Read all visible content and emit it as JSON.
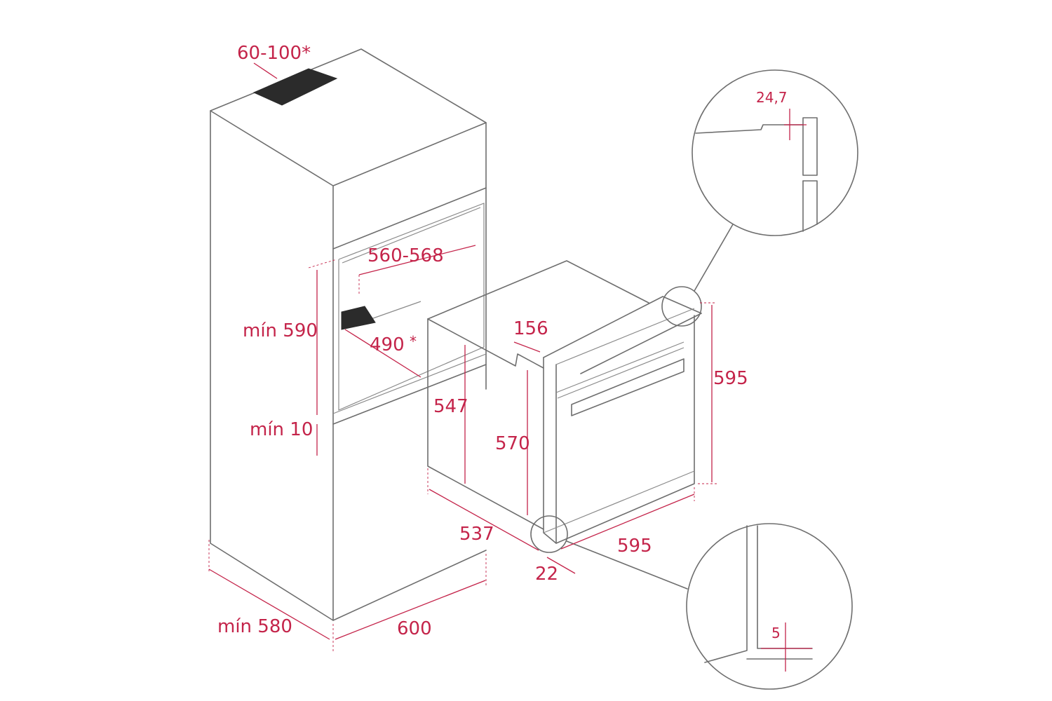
{
  "colors": {
    "dimension": "#c4244a",
    "outline": "#6e6e6e",
    "background": "#ffffff"
  },
  "dimensions": {
    "ventilation_gap": "60-100*",
    "niche_width": "560-568",
    "niche_height": "mín 590",
    "shelf_depth": "490",
    "shelf_marker": "*",
    "shelf_gap": "mín 10",
    "cabinet_depth": "mín 580",
    "cabinet_width": "600",
    "oven_body_height": "547",
    "oven_front_height": "570",
    "oven_total_height": "595",
    "oven_width": "595",
    "oven_depth": "537",
    "front_thickness": "22",
    "top_offset": "156",
    "detail_top": "24,7",
    "detail_bottom": "5"
  }
}
